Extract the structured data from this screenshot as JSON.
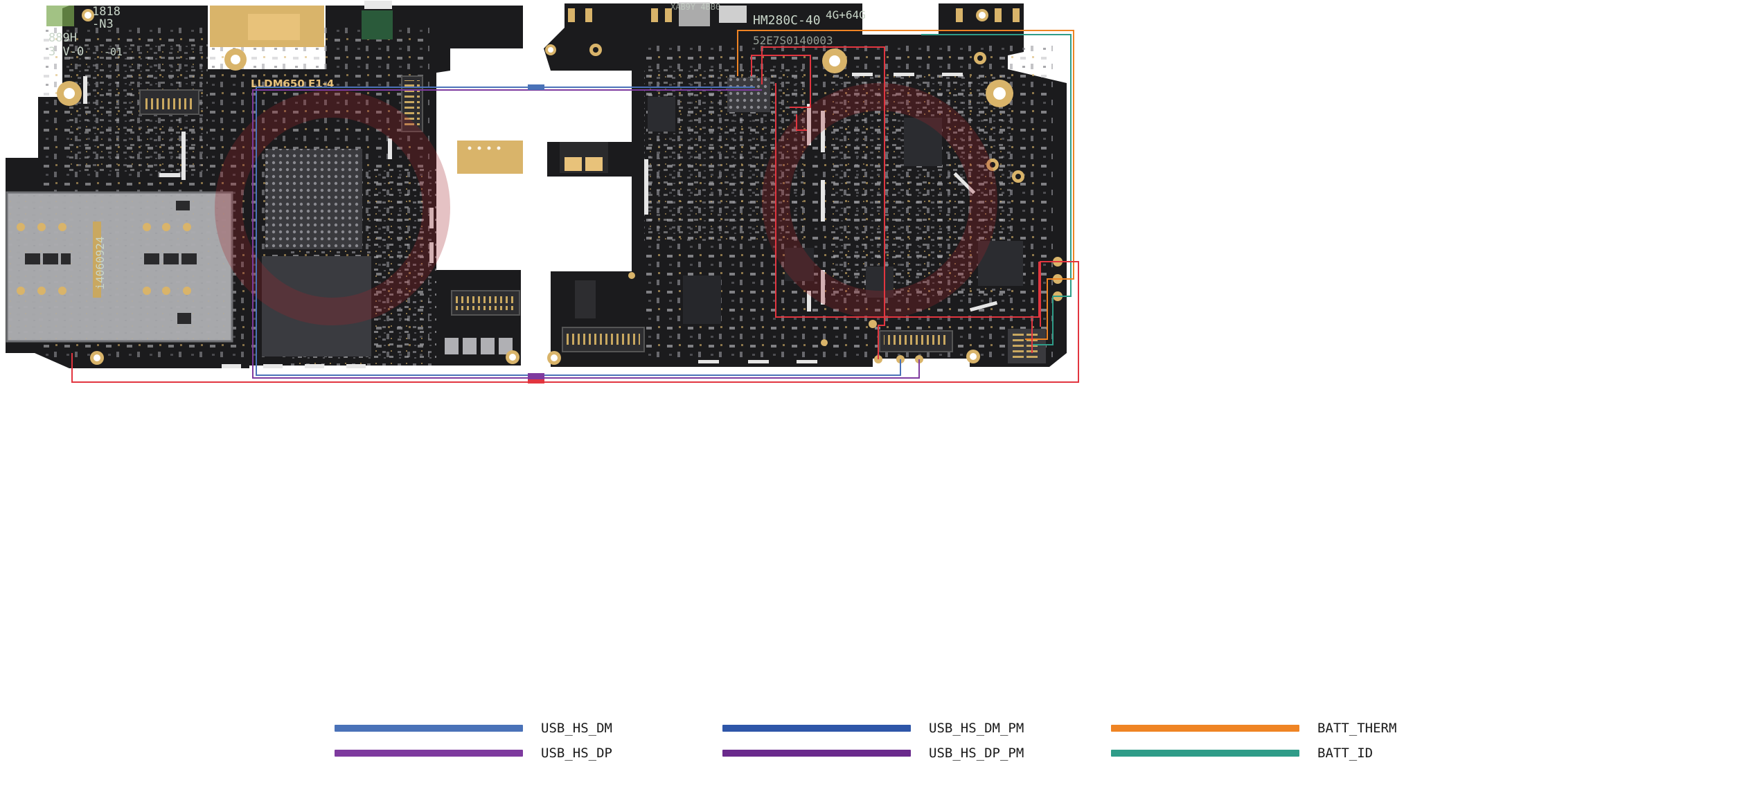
{
  "board": {
    "left_silk_top": [
      "1818",
      "-N3",
      "889H",
      "3 V-0",
      "-01"
    ],
    "left_model": "LLDM650  E1-4",
    "sim_tray_code": "i4060924",
    "right_chip_marking": "HM280C-40",
    "right_memory_label": "4G+64G",
    "right_serial": "52E7S0140003",
    "right_small_code": "XAB9Y 4BB0"
  },
  "legend": [
    {
      "label": "USB_HS_DM",
      "color": "#4a72b8"
    },
    {
      "label": "USB_HS_DP",
      "color": "#7e3a9e"
    },
    {
      "label": "USB_HS_DM_PM",
      "color": "#2e56a8"
    },
    {
      "label": "USB_HS_DP_PM",
      "color": "#6a2a8c"
    },
    {
      "label": "BATT_THERM",
      "color": "#ef8424"
    },
    {
      "label": "BATT_ID",
      "color": "#2f9c88"
    }
  ],
  "colors": {
    "pcb": "#1b1b1d",
    "gold": "#d9b46a",
    "trace_red": "#e2353f",
    "trace_blue": "#4a72b8",
    "trace_purple": "#7e3a9e",
    "trace_orange": "#ef8424",
    "trace_teal": "#2f9c88"
  }
}
